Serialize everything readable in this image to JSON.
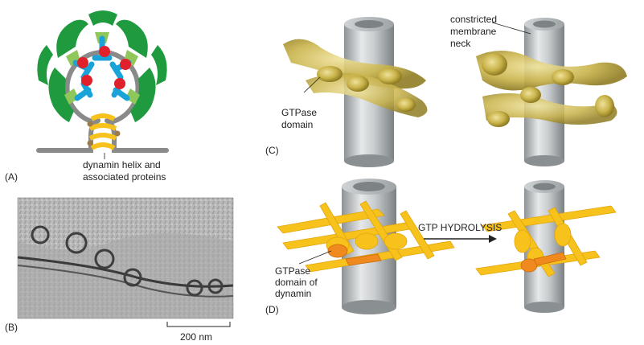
{
  "panels": {
    "A": {
      "label": "(A)",
      "callout": [
        "dynamin helix and",
        "associated proteins"
      ]
    },
    "B": {
      "label": "(B)",
      "scale_bar": "200 nm"
    },
    "C": {
      "label": "(C)",
      "callout_left": [
        "GTPase",
        "domain"
      ],
      "callout_right": [
        "constricted",
        "membrane",
        "neck"
      ]
    },
    "D": {
      "label": "(D)",
      "callout": [
        "GTPase",
        "domain of",
        "dynamin"
      ],
      "arrow_label": "GTP HYDROLYSIS"
    }
  },
  "colors": {
    "clathrin_green": "#1f9a3e",
    "adaptor_light_green": "#8fc75b",
    "receptor_blue": "#1aa3d8",
    "cargo_red": "#e0202a",
    "membrane_gray": "#8a8a8a",
    "dynamin_yellow": "#f7c21c",
    "dynamin_orange": "#f08a1f",
    "cylinder_gray": "#bfc3c6",
    "protein_gold": "#c9b34a"
  }
}
